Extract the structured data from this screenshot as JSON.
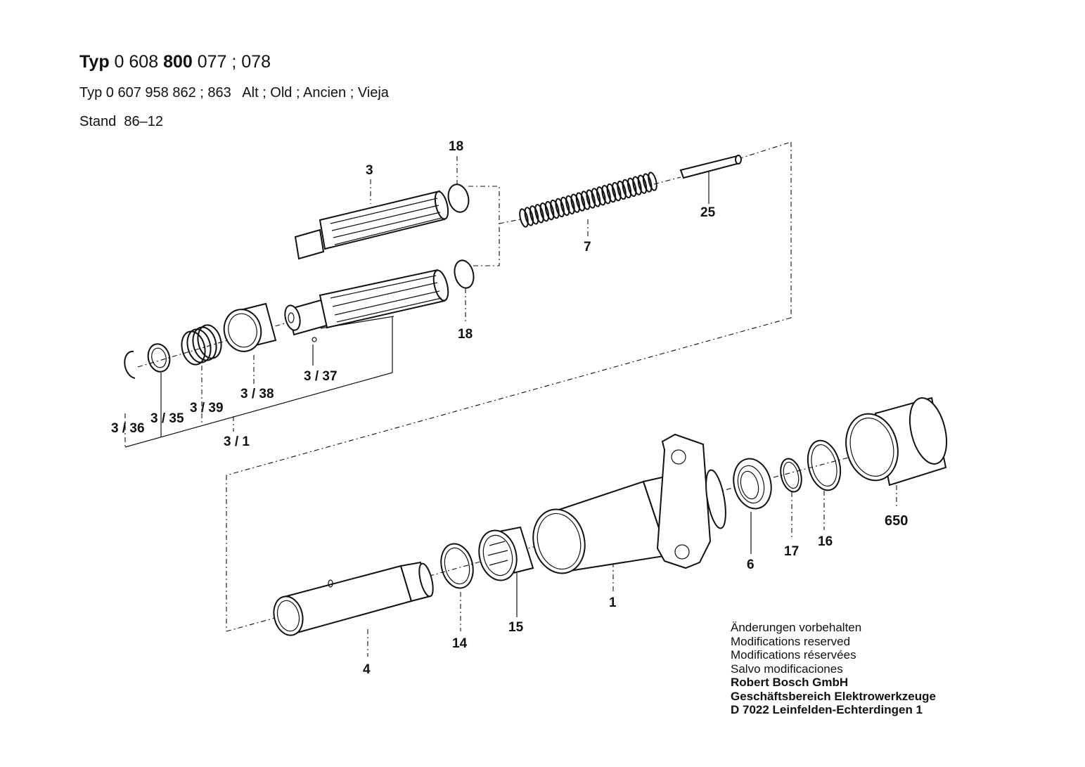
{
  "header": {
    "line1_prefix": "Typ",
    "line1_a": "0 608",
    "line1_b": "800",
    "line1_c": "077 ; 078",
    "line2": "Typ 0 607 958 862 ; 863   Alt ; Old ; Ancien ; Vieja",
    "line3": "Stand  86–12"
  },
  "part_labels": {
    "p18a": "18",
    "p3": "3",
    "p25": "25",
    "p7": "7",
    "p18b": "18",
    "p3_37": "3 / 37",
    "p3_38": "3 / 38",
    "p3_39": "3 / 39",
    "p3_35": "3 / 35",
    "p3_36": "3 / 36",
    "p3_1": "3 / 1",
    "p650": "650",
    "p16": "16",
    "p17": "17",
    "p6": "6",
    "p1": "1",
    "p15": "15",
    "p14": "14",
    "p4": "4"
  },
  "notes": {
    "line1": "Änderungen vorbehalten",
    "line2": "Modifications reserved",
    "line3": "Modifications réservées",
    "line4": "Salvo modificaciones",
    "company1": "Robert Bosch GmbH",
    "company2": "Geschäftsbereich Elektrowerkzeuge",
    "company3": "D 7022 Leinfelden-Echterdingen 1"
  }
}
